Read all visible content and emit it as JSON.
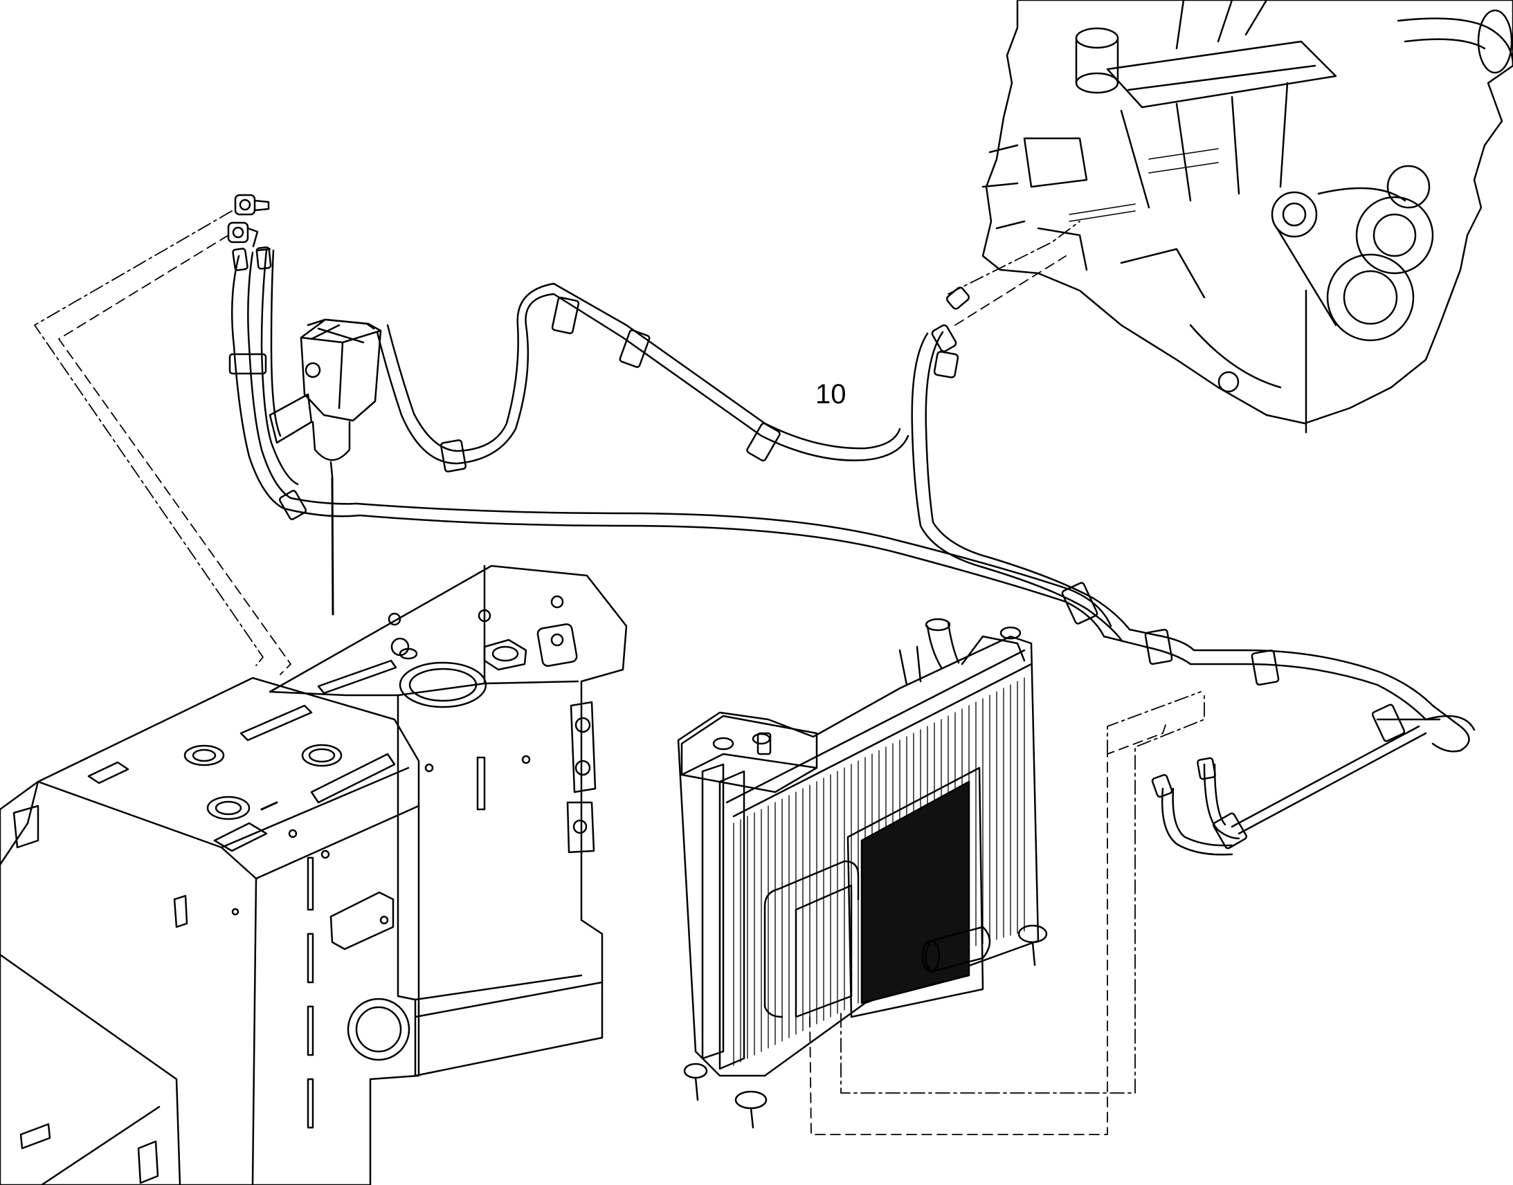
{
  "diagram": {
    "callouts": [
      {
        "label": "10"
      }
    ],
    "colors": {
      "line": "#000000",
      "background": "#ffffff",
      "fill": "#ffffff",
      "core": "#111111"
    },
    "icons": [
      "engine",
      "fuel-filter",
      "hydraulic-tank",
      "radiator-cooler",
      "hose-assembly",
      "hose-fitting"
    ]
  }
}
